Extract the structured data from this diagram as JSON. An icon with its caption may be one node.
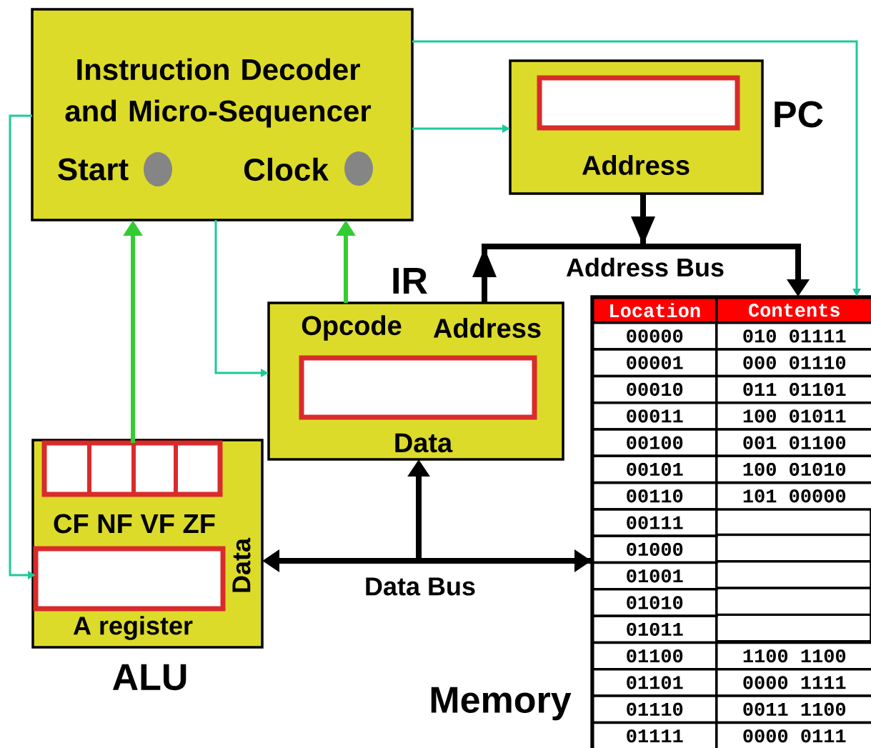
{
  "diagram": {
    "nodes": [
      {
        "text": [
          "Instruction Decoder and Micro-Sequencer",
          "Start",
          "Clock"
        ]
      },
      {
        "text": [
          "Address"
        ],
        "beside": [
          "PC"
        ]
      },
      {
        "text": [
          "Opcode",
          "Address",
          "Data"
        ],
        "beside": [
          "IR"
        ]
      },
      {
        "text": [
          "Data"
        ],
        "beside": [
          "ALU"
        ]
      },
      {
        "text": [
          "CF NF VF ZF"
        ],
        "in": 3
      },
      {
        "text": [
          "A register"
        ],
        "in": 3
      },
      {
        "text": [
          "Memory"
        ]
      }
    ],
    "edges": [
      {
        "from": 0,
        "to": 1,
        "arrow": "to",
        "color": "#1ec99a"
      },
      {
        "from": 0,
        "to": 6,
        "arrow": "to",
        "color": "#1ec99a"
      },
      {
        "from": 0,
        "to": 2,
        "arrow": "to",
        "color": "#1ec99a"
      },
      {
        "from": 0,
        "to": 5,
        "arrow": "to",
        "color": "#1ec99a"
      },
      {
        "from": 4,
        "to": 0,
        "arrow": "to",
        "color": "#33cc33"
      },
      {
        "from": 2,
        "to": 0,
        "arrow": "to",
        "color": "#33cc33"
      },
      {
        "from": 1,
        "to": 6,
        "arrow": "to",
        "color": "#000000",
        "label": "Address Bus"
      },
      {
        "from": 2,
        "to": 6,
        "arrow": "to",
        "color": "#000000"
      },
      {
        "from": 3,
        "to": 6,
        "arrow": "both",
        "color": "#000000",
        "label": "Data Bus"
      },
      {
        "from": 6,
        "to": 2,
        "arrow": "to",
        "color": "#000000"
      }
    ],
    "labels": [
      "Location",
      "Contents",
      "00000",
      "010 01111",
      "00001",
      "000 01110",
      "00010",
      "011 01101",
      "00011",
      "100 01011",
      "00100",
      "001 01100",
      "00101",
      "100 01010",
      "00110",
      "101 00000",
      "00111",
      "01000",
      "01001",
      "01010",
      "01011",
      "01100",
      "1100 1100",
      "01101",
      "0000 1111",
      "01110",
      "0011 1100",
      "01111",
      "0000 0111"
    ]
  }
}
